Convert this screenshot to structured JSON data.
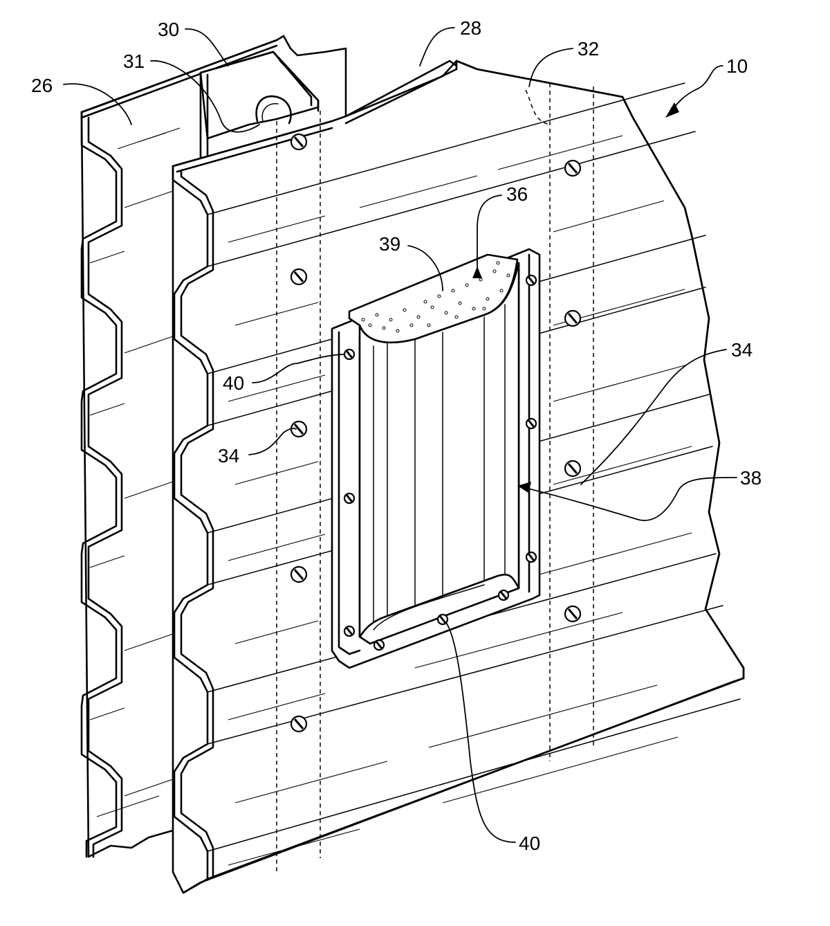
{
  "figure": {
    "labels": {
      "ref_10": "10",
      "ref_26": "26",
      "ref_28": "28",
      "ref_30": "30",
      "ref_31": "31",
      "ref_32": "32",
      "ref_34_left": "34",
      "ref_34_right": "34",
      "ref_36": "36",
      "ref_38": "38",
      "ref_39": "39",
      "ref_40_left": "40",
      "ref_40_bottom": "40"
    }
  }
}
